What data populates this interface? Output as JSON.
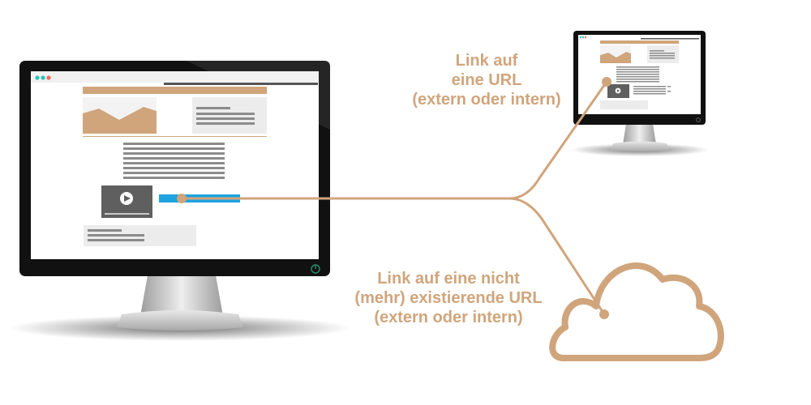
{
  "labels": {
    "valid_link": [
      "Link auf",
      "eine URL",
      "(extern oder intern)"
    ],
    "dead_link": [
      "Link auf eine nicht",
      "(mehr) existierende URL",
      "(extern oder intern)"
    ]
  },
  "colors": {
    "accent": "#d0a57c",
    "link_highlight": "#1fa3e0",
    "monitor_frame": "#111111",
    "stand": "#c9c9c9"
  },
  "icons": {
    "window_dots": "window-control-dots",
    "video": "play-icon",
    "power": "power-icon",
    "cloud": "cloud-icon"
  }
}
